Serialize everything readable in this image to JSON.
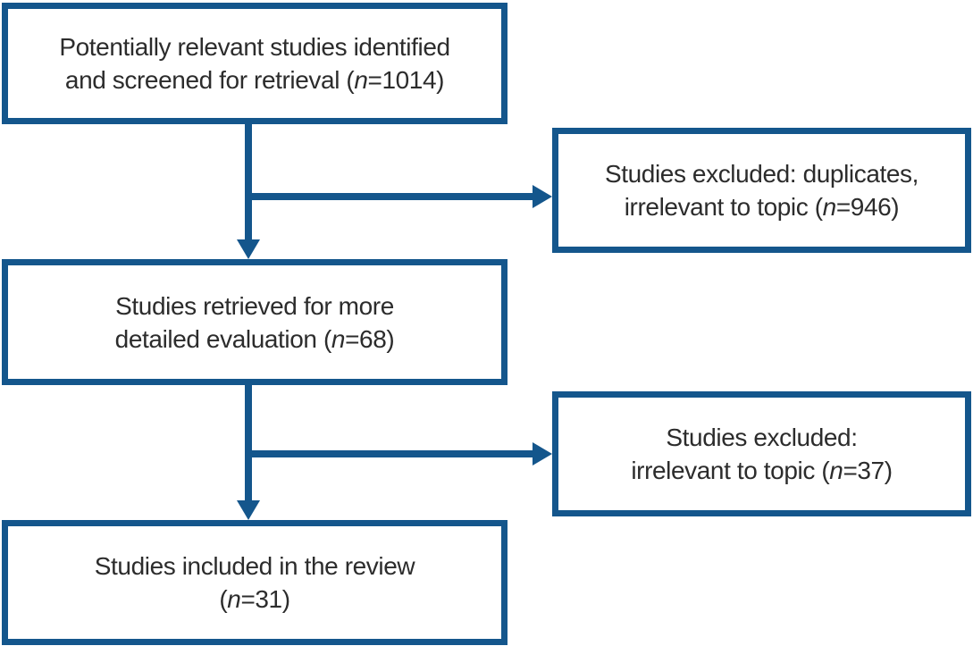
{
  "figure": {
    "kind": "study-selection-flowchart",
    "colors": {
      "line": "#14568C",
      "text": "#2C2C2C",
      "background": "#FFFFFF"
    }
  },
  "boxes": {
    "identified": {
      "line1": "Potentially relevant studies identified",
      "line2_pre": "and screened for retrieval (",
      "n_var": "n",
      "line2_post": "=1014)"
    },
    "excluded_duplicates": {
      "line1": "Studies excluded: duplicates,",
      "line2_pre": "irrelevant to topic (",
      "n_var": "n",
      "line2_post": "=946)"
    },
    "retrieved": {
      "line1": "Studies retrieved for more",
      "line2_pre": "detailed evaluation (",
      "n_var": "n",
      "line2_post": "=68)"
    },
    "excluded_irrelevant": {
      "line1": "Studies excluded:",
      "line2_pre": "irrelevant to topic (",
      "n_var": "n",
      "line2_post": "=37)"
    },
    "included": {
      "line1": "Studies included in the review",
      "line2_pre": "(",
      "n_var": "n",
      "line2_post": "=31)"
    }
  }
}
